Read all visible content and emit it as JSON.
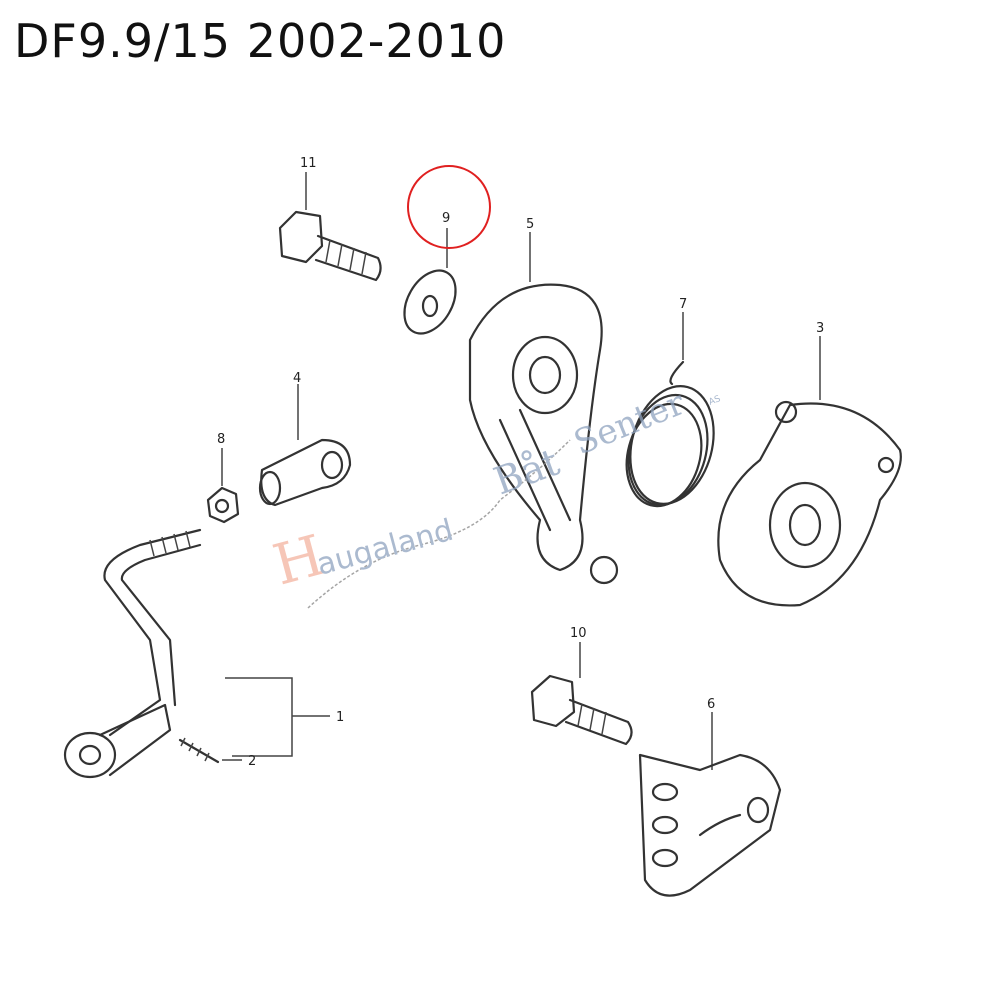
{
  "title": "DF9.9/15 2002-2010",
  "labels": {
    "p1": "1",
    "p2": "2",
    "p3": "3",
    "p4": "4",
    "p5": "5",
    "p6": "6",
    "p7": "7",
    "p8": "8",
    "p9": "9",
    "p10": "10",
    "p11": "11"
  },
  "highlight": {
    "part": "9",
    "color": "#e02020"
  },
  "watermark": {
    "h": "H",
    "augaland": "augaland",
    "baat": "Båt",
    "senter": "Senter",
    "as": "AS"
  }
}
